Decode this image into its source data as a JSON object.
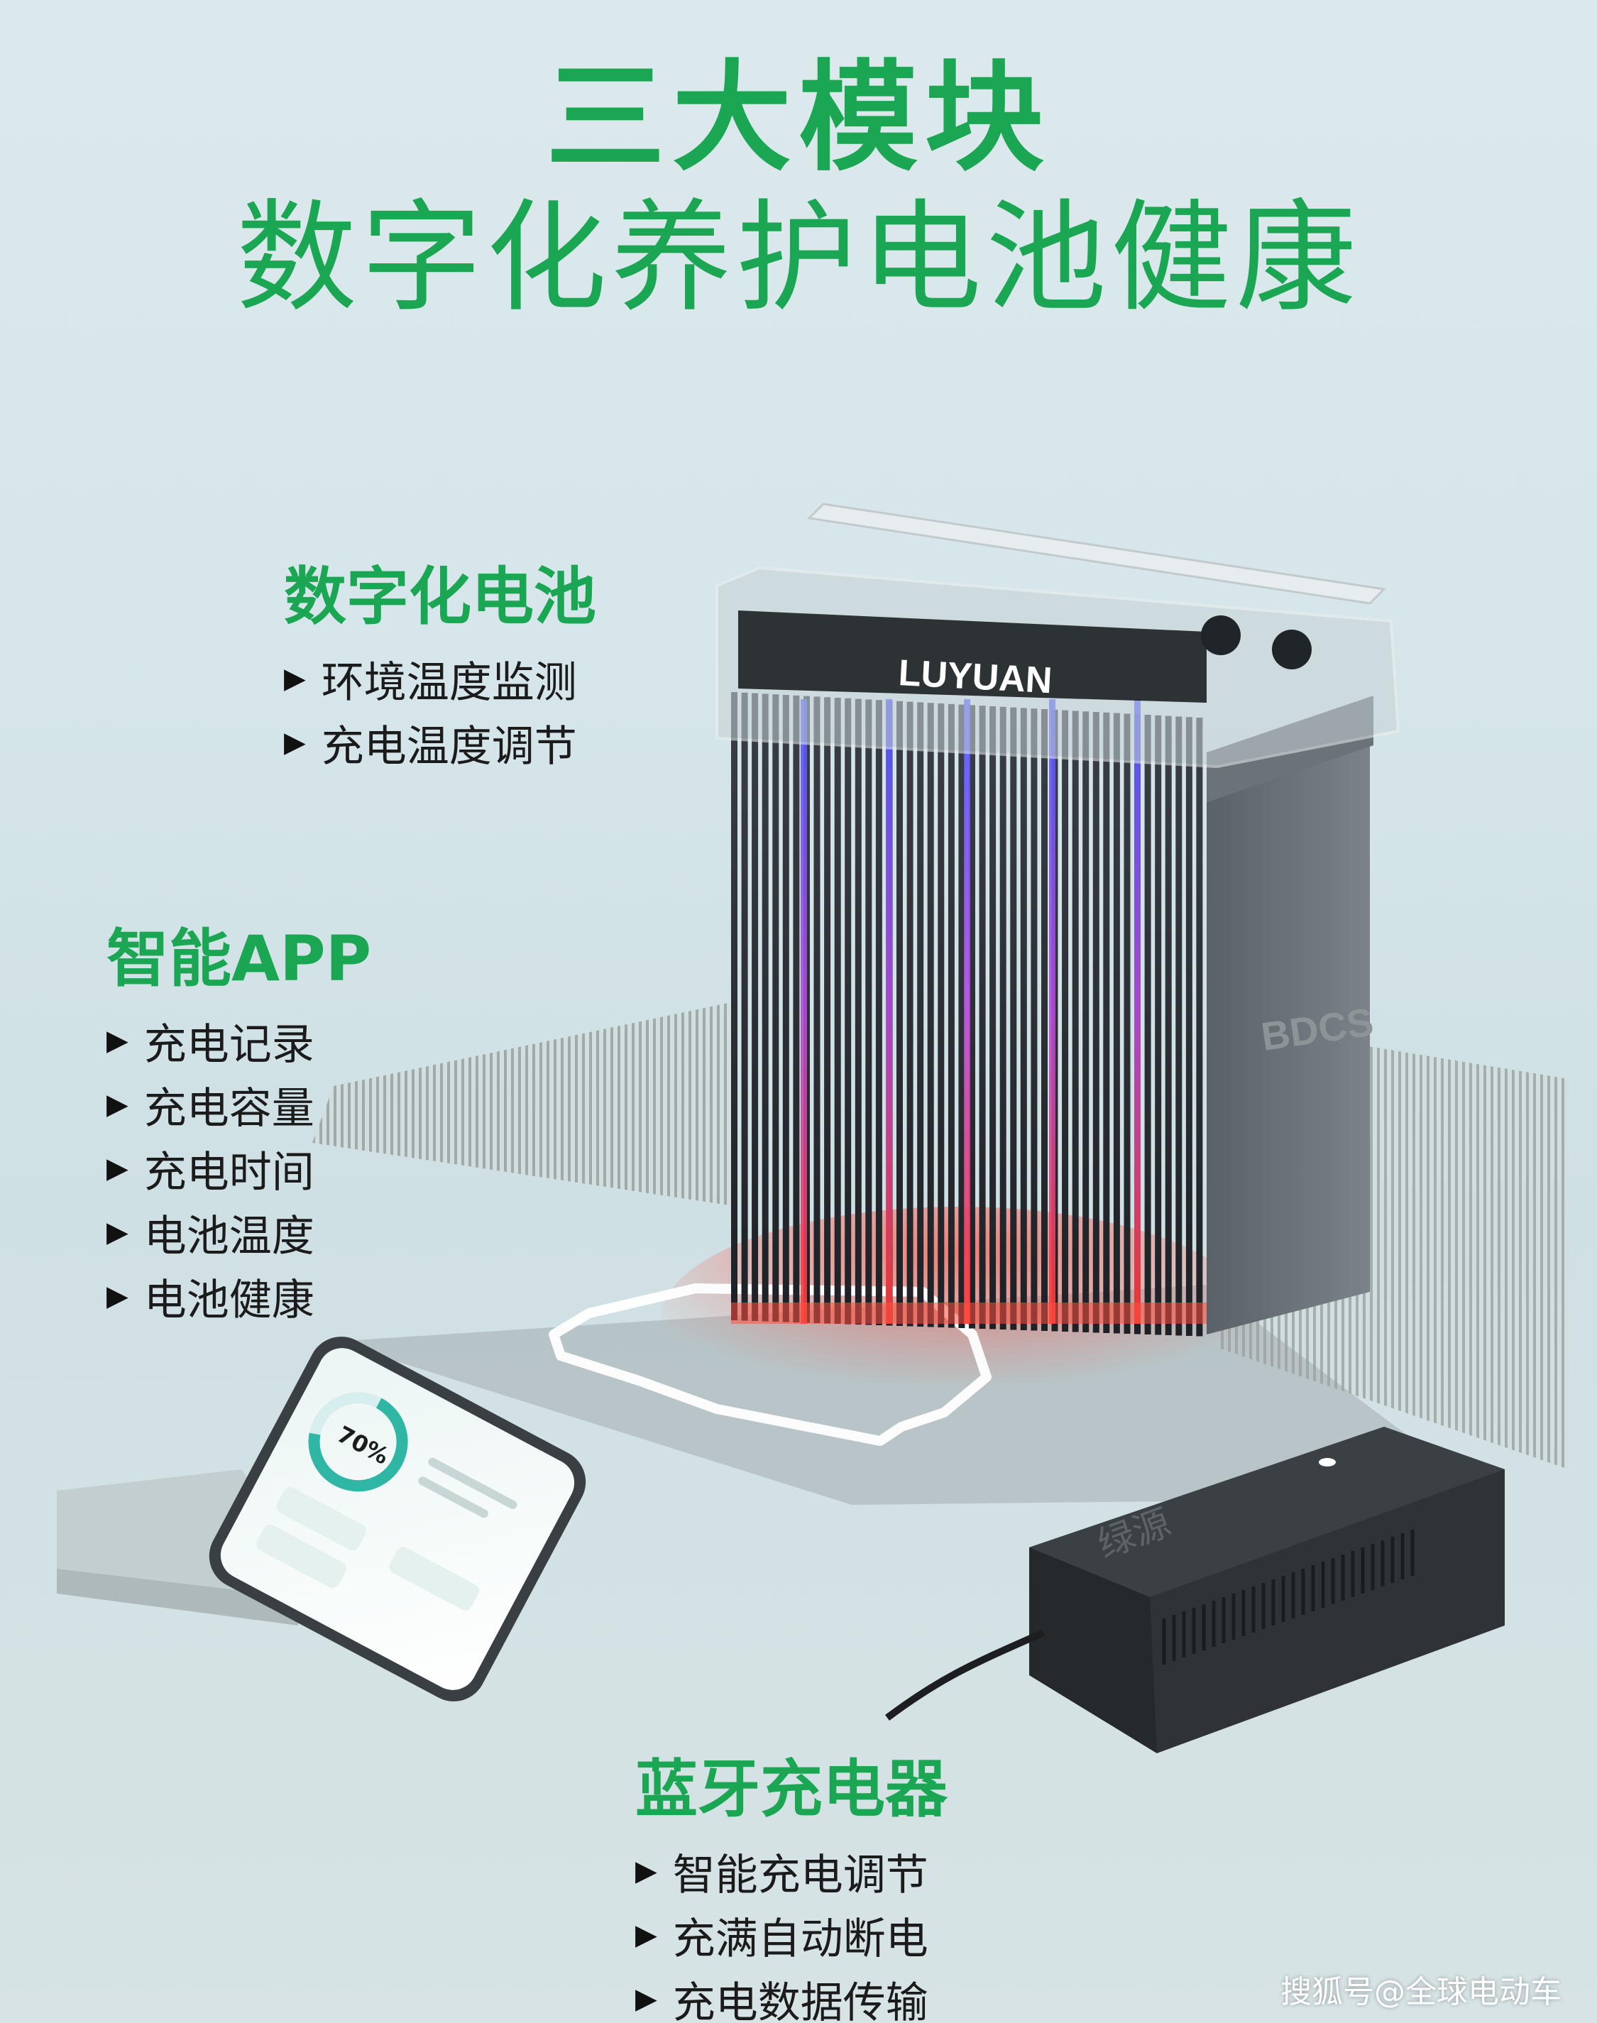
{
  "title": {
    "main": "三大模块",
    "sub": "数字化养护电池健康"
  },
  "modules": [
    {
      "title": "数字化电池",
      "items": [
        "环境温度监测",
        "充电温度调节"
      ]
    },
    {
      "title": "智能APP",
      "items": [
        "充电记录",
        "充电容量",
        "充电时间",
        "电池温度",
        "电池健康"
      ]
    },
    {
      "title": "蓝牙充电器",
      "items": [
        "智能充电调节",
        "充满自动断电",
        "充电数据传输"
      ]
    }
  ],
  "bullet_symbol": "▶",
  "battery": {
    "brand": "LUYUAN",
    "side_label": "BDCS"
  },
  "phone": {
    "gauge_value": "70%"
  },
  "charger": {
    "logo": "绿源"
  },
  "watermark": "搜狐号@全球电动车",
  "colors": {
    "brand_green": "#1aa652",
    "background": "#d6e6ea",
    "glow_red": "#ff3b30",
    "glow_blue": "#4b5cff"
  }
}
